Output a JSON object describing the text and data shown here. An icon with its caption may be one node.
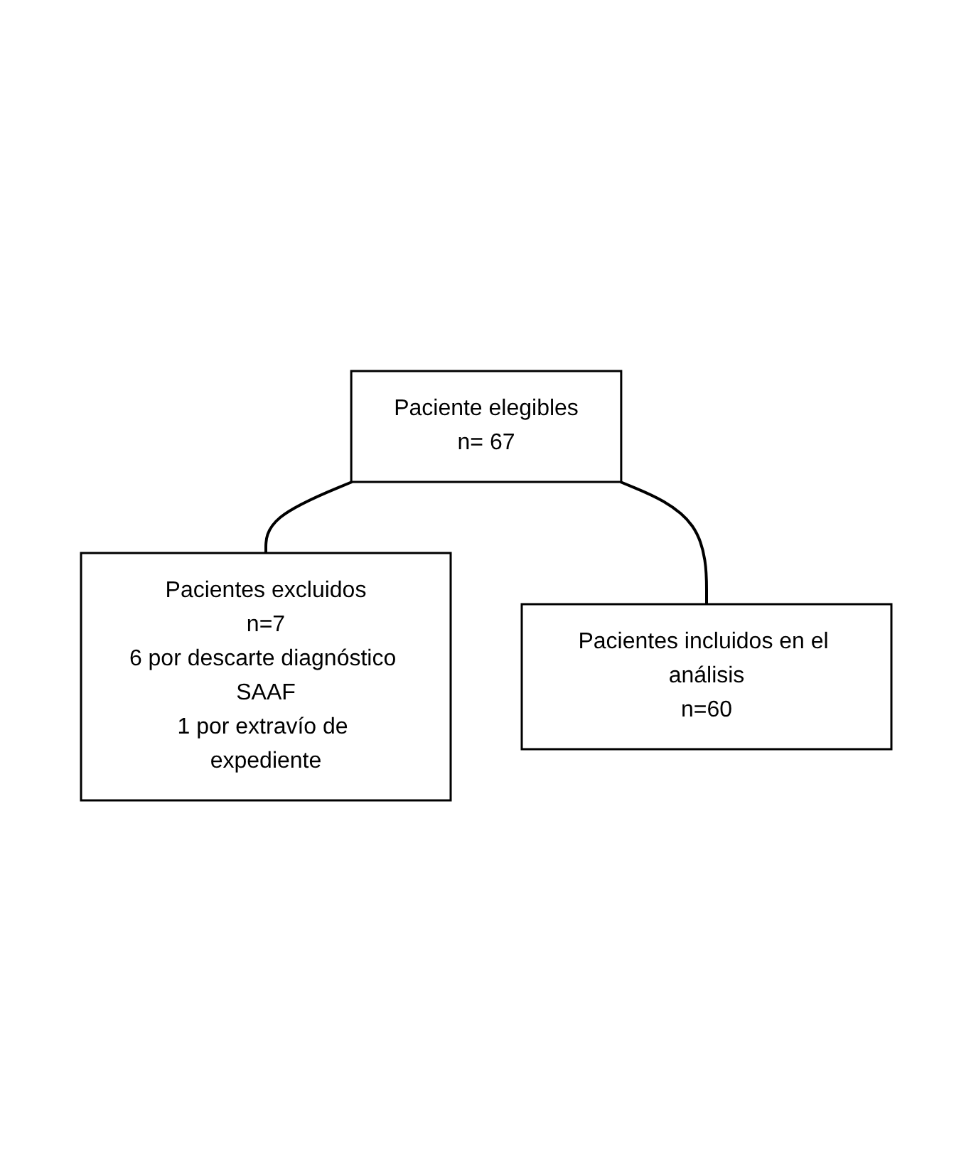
{
  "diagram": {
    "nodes": [
      {
        "text": [
          "Paciente elegibles",
          "n= 67"
        ]
      },
      {
        "text": [
          "Pacientes excluidos",
          "n=7",
          "6 por descarte diagnóstico SAAF",
          "1 por extravío de expediente"
        ]
      },
      {
        "text": [
          "Pacientes incluidos en el análisis",
          "n=60"
        ]
      }
    ],
    "edges": [
      {
        "from": 0,
        "to": 1,
        "arrow": "none"
      },
      {
        "from": 0,
        "to": 2,
        "arrow": "none"
      }
    ]
  }
}
